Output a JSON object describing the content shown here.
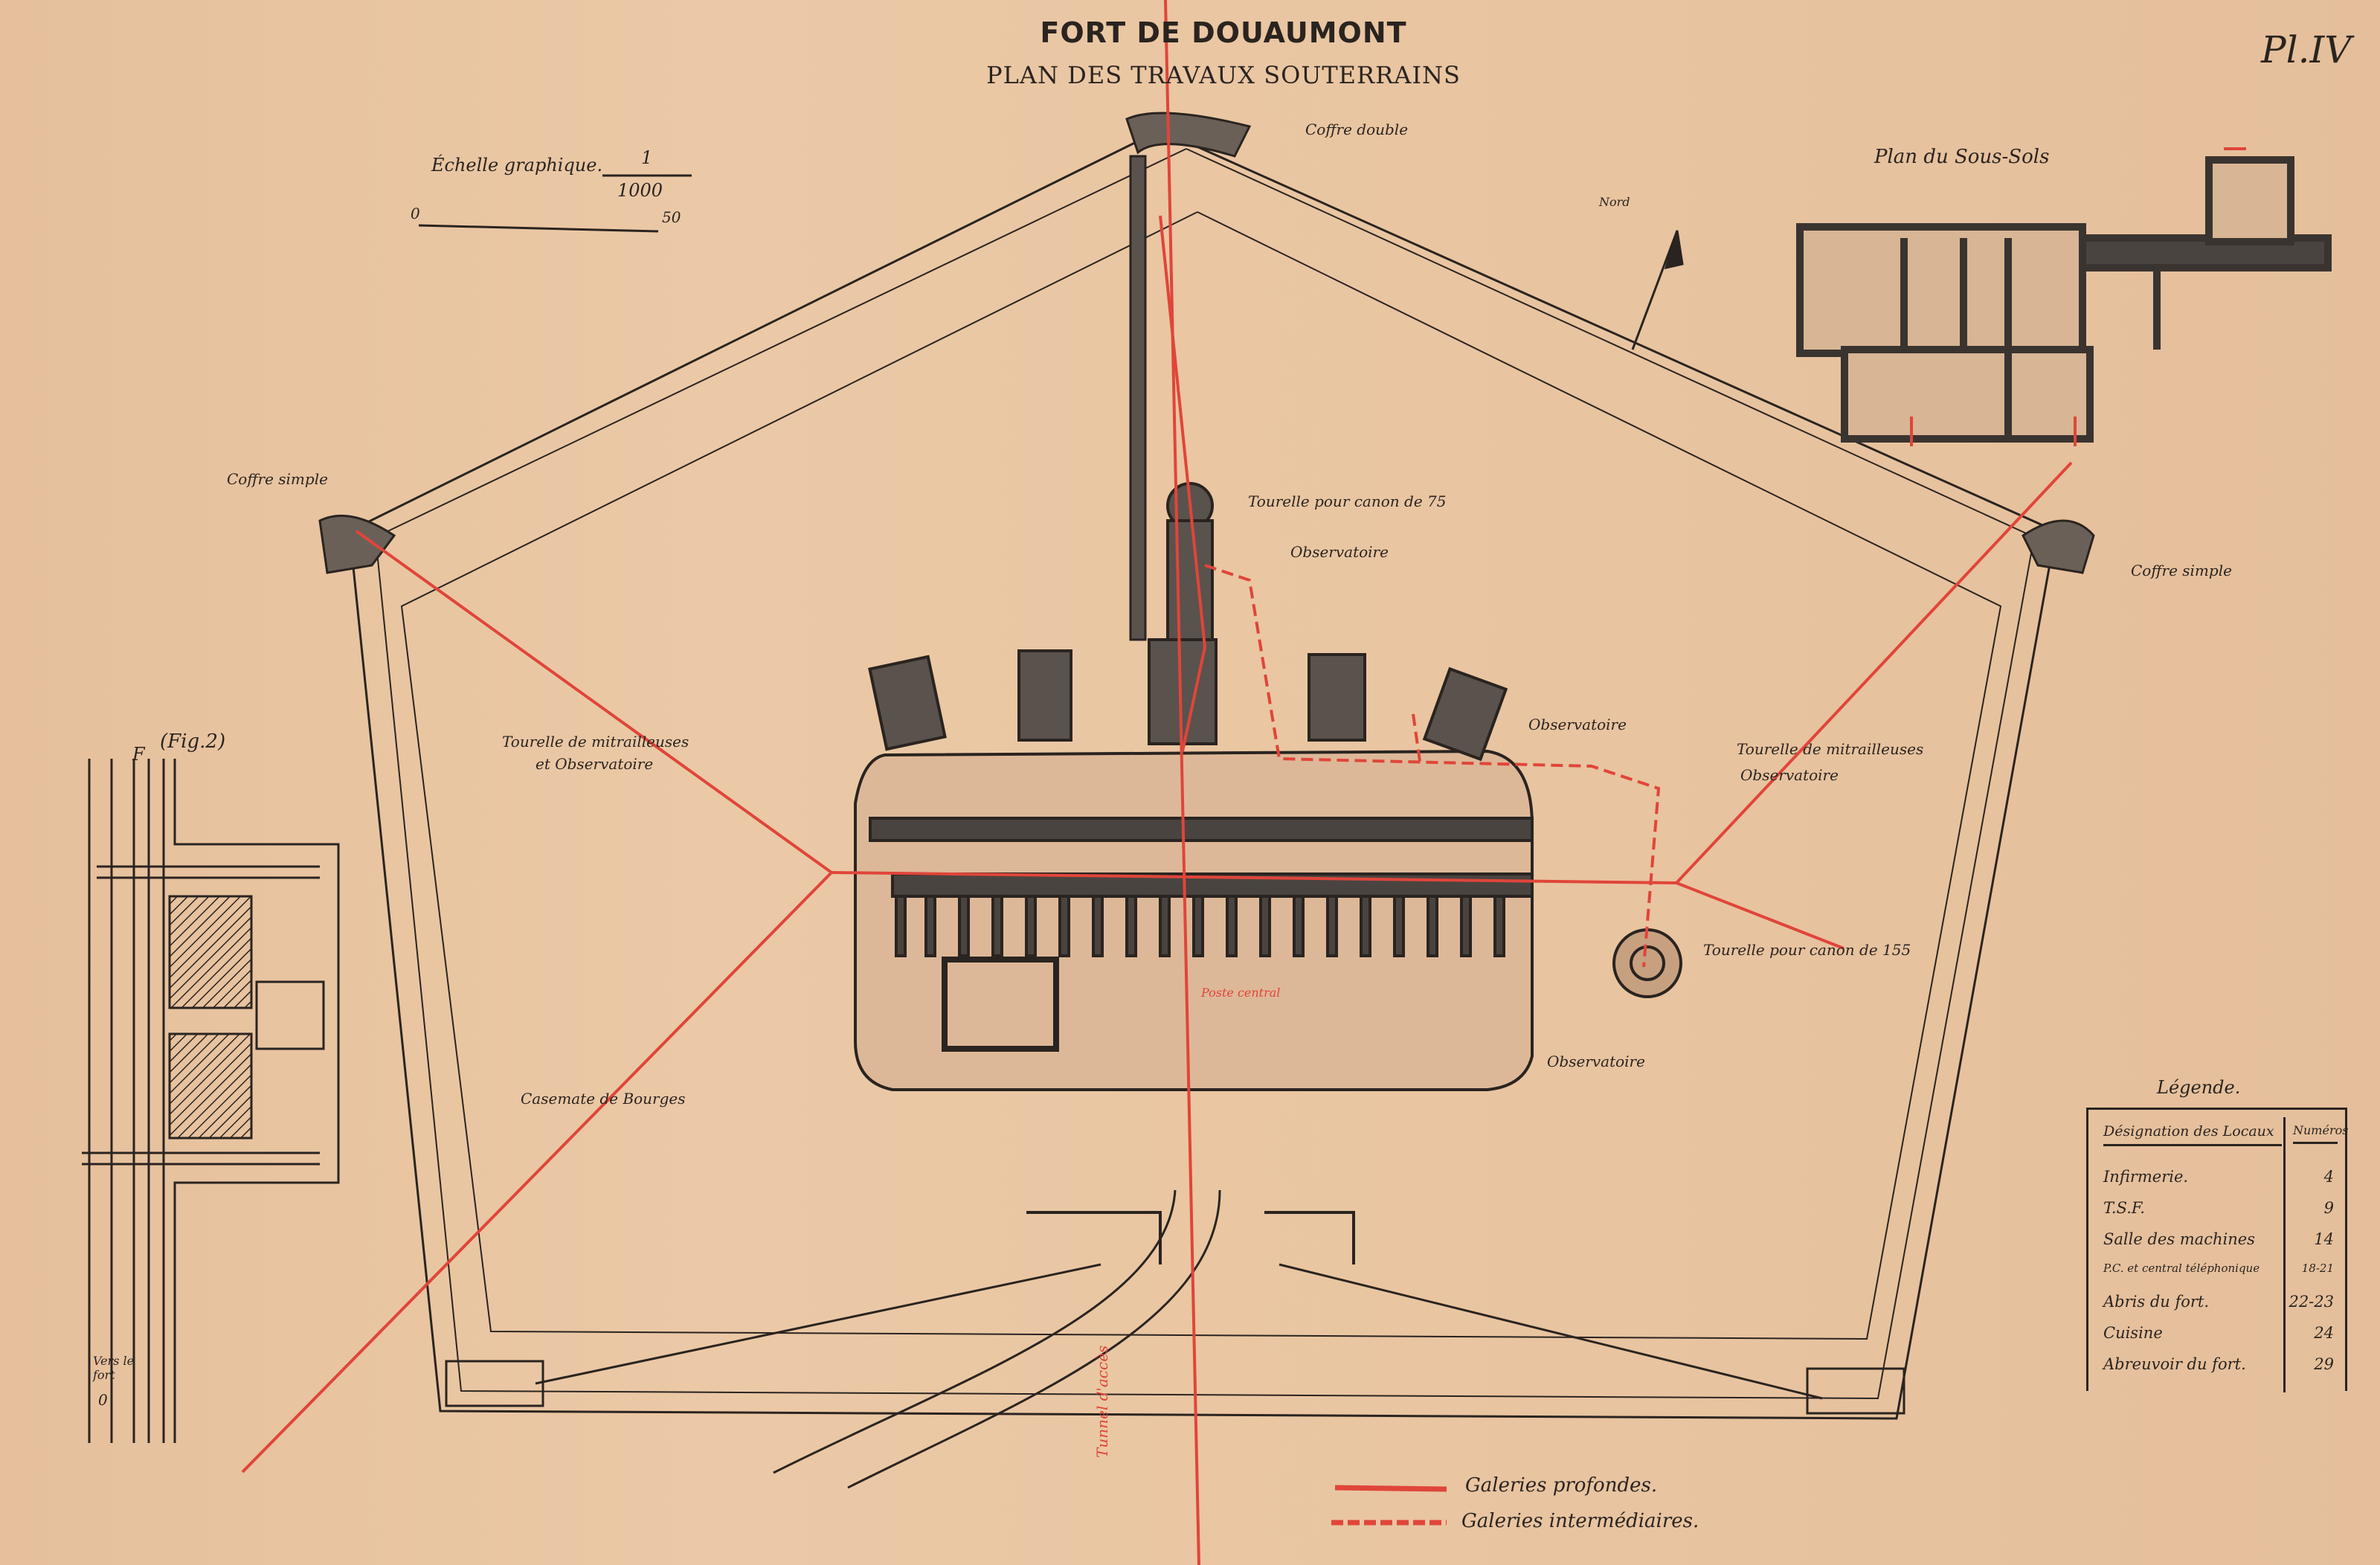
{
  "header": {
    "title": "FORT DE DOUAUMONT",
    "subtitle": "PLAN DES TRAVAUX SOUTERRAINS",
    "plate": "Pl.IV"
  },
  "scale": {
    "label": "Échelle graphique.",
    "numerator": "1",
    "denominator": "1000",
    "start": "0",
    "end": "50"
  },
  "inset": {
    "title": "Plan du Sous-Sols"
  },
  "figure2": {
    "title": "(Fig.2)",
    "mark": "F",
    "bottom_label": "Vers le fort",
    "zero": "0"
  },
  "labels": {
    "coffre_double": "Coffre double",
    "coffre_simple_left": "Coffre simple",
    "coffre_simple_right": "Coffre simple",
    "tourelle_75": "Tourelle pour canon de 75",
    "observatoire_top": "Observatoire",
    "observatoire_right": "Observatoire",
    "tourelle_mitr_left": "Tourelle de mitrailleuses",
    "tourelle_mitr_left2": "et Observatoire",
    "tourelle_mitr_right": "Tourelle de mitrailleuses",
    "tourelle_mitr_right2": "Observatoire",
    "tourelle_155": "Tourelle pour canon de 155",
    "observatoire_bottom": "Observatoire",
    "casemate": "Casemate de Bourges",
    "tunnel": "Tunnel d'accès",
    "north": "Nord",
    "poste_central": "Poste central"
  },
  "legend": {
    "title": "Légende.",
    "col_designation": "Désignation des Locaux",
    "col_numbers": "Numéros",
    "rows": [
      {
        "label": "Infirmerie.",
        "number": "4"
      },
      {
        "label": "T.S.F.",
        "number": "9"
      },
      {
        "label": "Salle des machines",
        "number": "14"
      },
      {
        "label": "P.C. et central téléphonique",
        "number": "18-21"
      },
      {
        "label": "Abris du fort.",
        "number": "22-23"
      },
      {
        "label": "Cuisine",
        "number": "24"
      },
      {
        "label": "Abreuvoir du fort.",
        "number": "29"
      }
    ]
  },
  "line_legend": {
    "deep": "Galeries profondes.",
    "intermediate": "Galeries intermédiaires."
  },
  "colors": {
    "paper": "#e8c4a0",
    "ink": "#2a2420",
    "gallery_red": "#e0453a",
    "masonry": "#4a4440"
  }
}
